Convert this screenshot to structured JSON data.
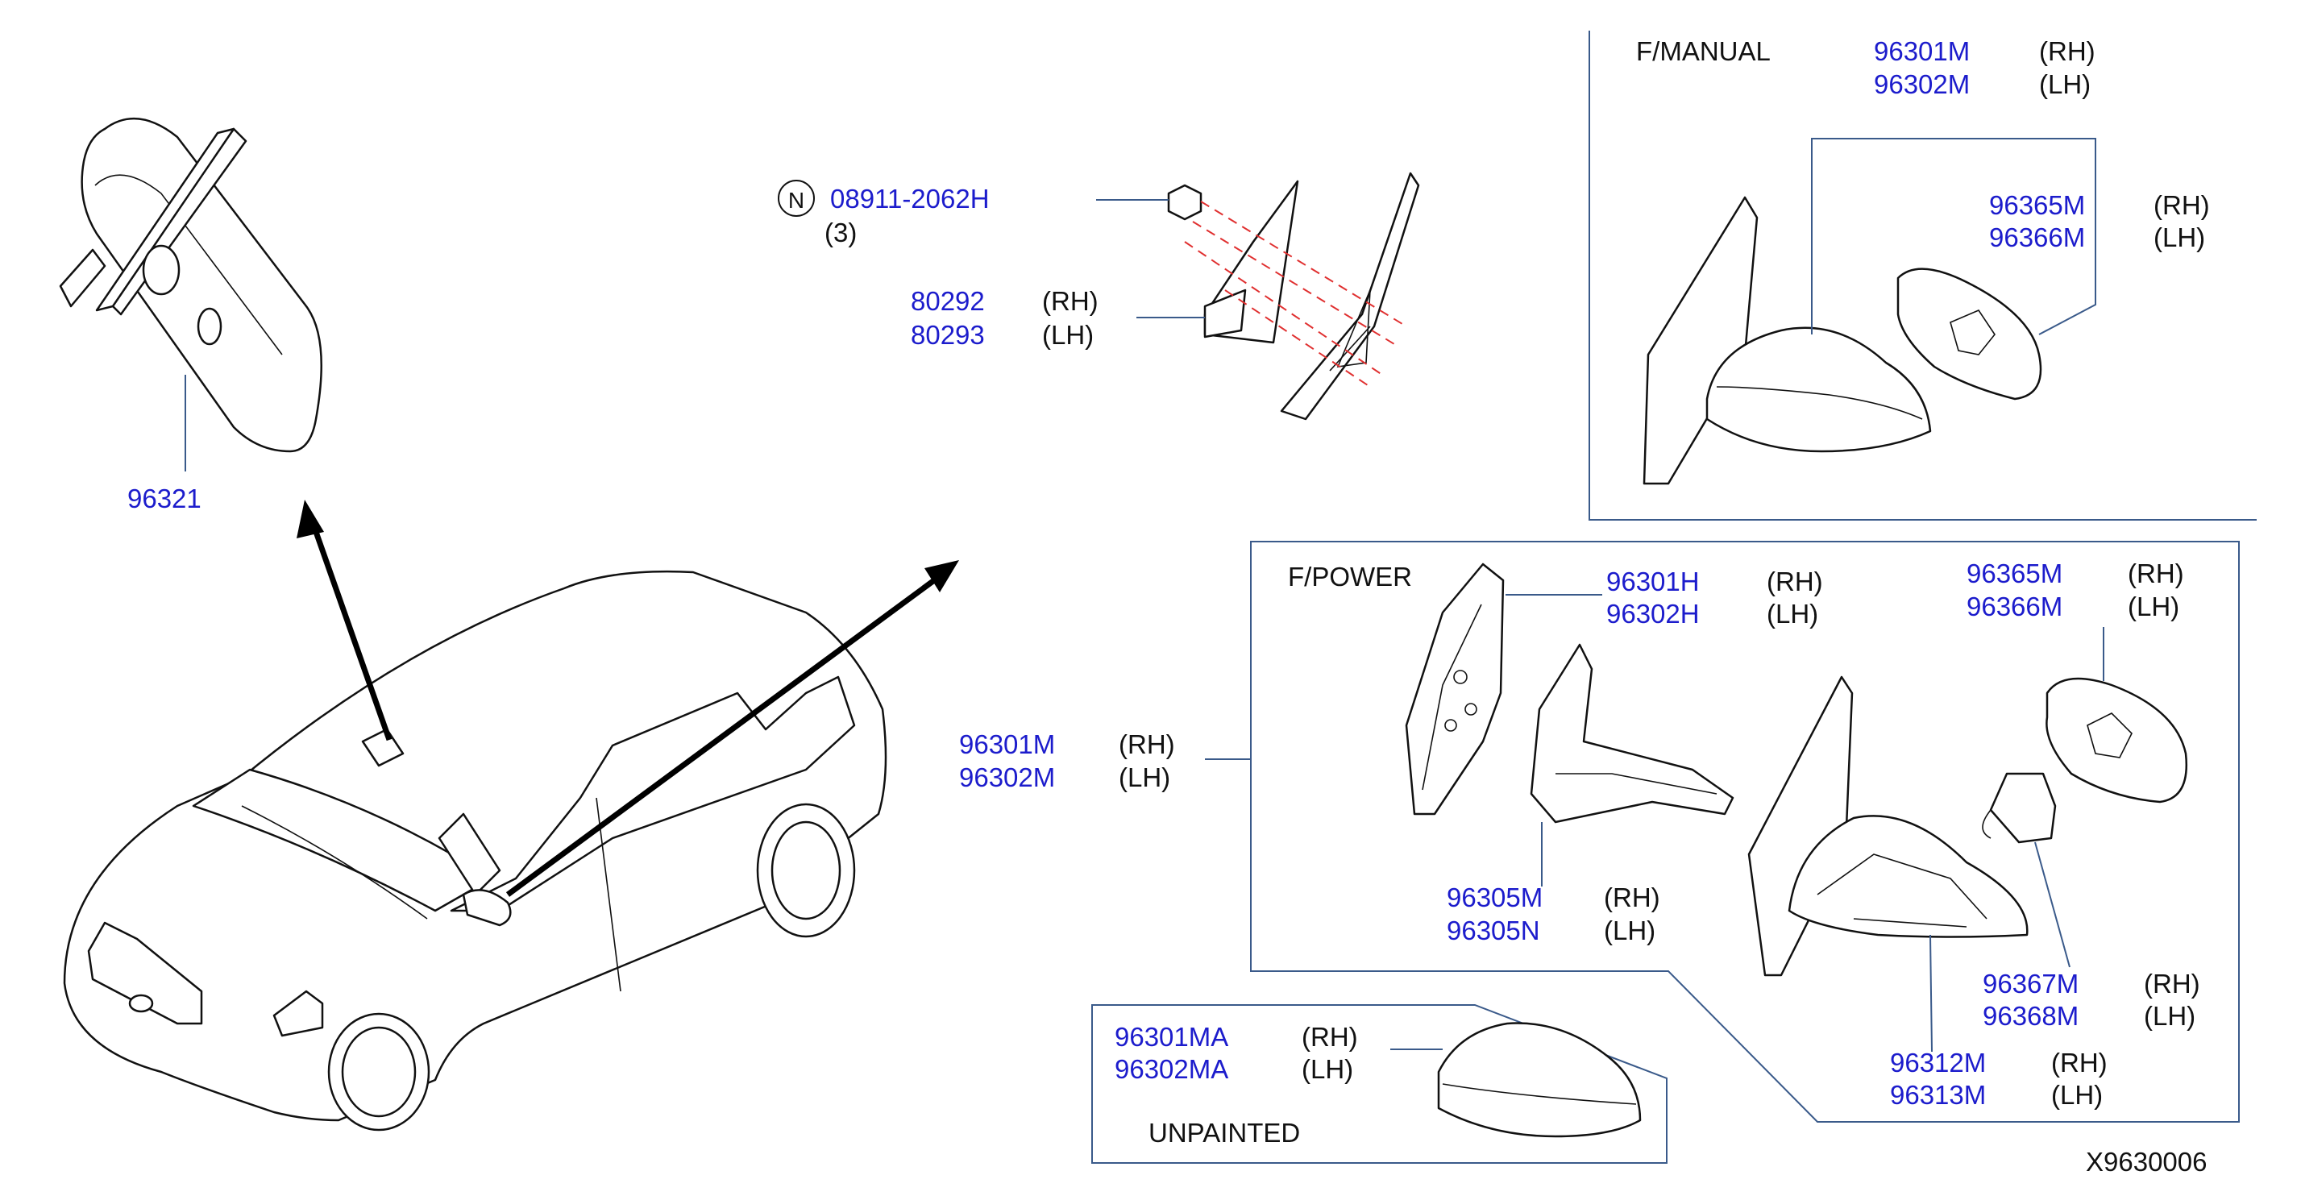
{
  "sections": {
    "manual": "F/MANUAL",
    "power": "F/POWER",
    "unpainted": "UNPAINTED"
  },
  "diagram_code": "X9630006",
  "callouts": {
    "inner_mirror": {
      "part": "96321"
    },
    "nut": {
      "marker": "N",
      "part": "08911-2062H",
      "qty": "(3)"
    },
    "bracket": {
      "rh": "80292",
      "lh": "80293",
      "rh_tag": "(RH)",
      "lh_tag": "(LH)"
    },
    "door_mirror": {
      "rh": "96301M",
      "lh": "96302M",
      "rh_tag": "(RH)",
      "lh_tag": "(LH)"
    },
    "manual_mirror": {
      "rh": "96301M",
      "lh": "96302M",
      "rh_tag": "(RH)",
      "lh_tag": "(LH)"
    },
    "manual_glass": {
      "rh": "96365M",
      "lh": "96366M",
      "rh_tag": "(RH)",
      "lh_tag": "(LH)"
    },
    "power_body": {
      "rh": "96301H",
      "lh": "96302H",
      "rh_tag": "(RH)",
      "lh_tag": "(LH)"
    },
    "power_glass": {
      "rh": "96365M",
      "lh": "96366M",
      "rh_tag": "(RH)",
      "lh_tag": "(LH)"
    },
    "power_actuator": {
      "rh": "96305M",
      "lh": "96305N",
      "rh_tag": "(RH)",
      "lh_tag": "(LH)"
    },
    "power_motor": {
      "rh": "96367M",
      "lh": "96368M",
      "rh_tag": "(RH)",
      "lh_tag": "(LH)"
    },
    "power_housing": {
      "rh": "96312M",
      "lh": "96313M",
      "rh_tag": "(RH)",
      "lh_tag": "(LH)"
    },
    "cover": {
      "rh": "96301MA",
      "lh": "96302MA",
      "rh_tag": "(RH)",
      "lh_tag": "(LH)"
    }
  },
  "colors": {
    "part_number": "#1c1ccc",
    "frame": "#3a5a8a",
    "guide_line": "#e03030"
  }
}
